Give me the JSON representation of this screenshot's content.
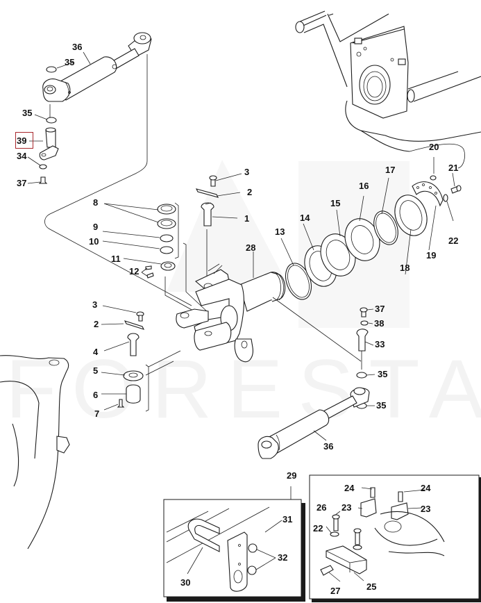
{
  "diagram": {
    "type": "exploded-parts-diagram",
    "subject": "front axle pivot and steering cylinder assembly",
    "watermark": "FORESTAGRI",
    "highlight_color": "#a8262b",
    "highlighted_part": "39",
    "callouts": {
      "c1": "1",
      "c2a": "2",
      "c2b": "2",
      "c3a": "3",
      "c3b": "3",
      "c4": "4",
      "c5": "5",
      "c6": "6",
      "c7": "7",
      "c8": "8",
      "c9": "9",
      "c10": "10",
      "c11": "11",
      "c12": "12",
      "c13": "13",
      "c14": "14",
      "c15": "15",
      "c16": "16",
      "c17": "17",
      "c18": "18",
      "c19": "19",
      "c20": "20",
      "c21": "21",
      "c22a": "22",
      "c22b": "22",
      "c23a": "23",
      "c23b": "23",
      "c24a": "24",
      "c24b": "24",
      "c25": "25",
      "c26": "26",
      "c27": "27",
      "c28": "28",
      "c29": "29",
      "c30": "30",
      "c31": "31",
      "c32": "32",
      "c33": "33",
      "c34": "34",
      "c35a": "35",
      "c35b": "35",
      "c35c": "35",
      "c35d": "35",
      "c36a": "36",
      "c36b": "36",
      "c37a": "37",
      "c37b": "37",
      "c38": "38",
      "c39": "39"
    },
    "insets": [
      {
        "label": "29",
        "parts": [
          "30",
          "31",
          "32"
        ]
      },
      {
        "label": "",
        "parts": [
          "22",
          "23",
          "24",
          "25",
          "26",
          "27"
        ]
      }
    ]
  }
}
